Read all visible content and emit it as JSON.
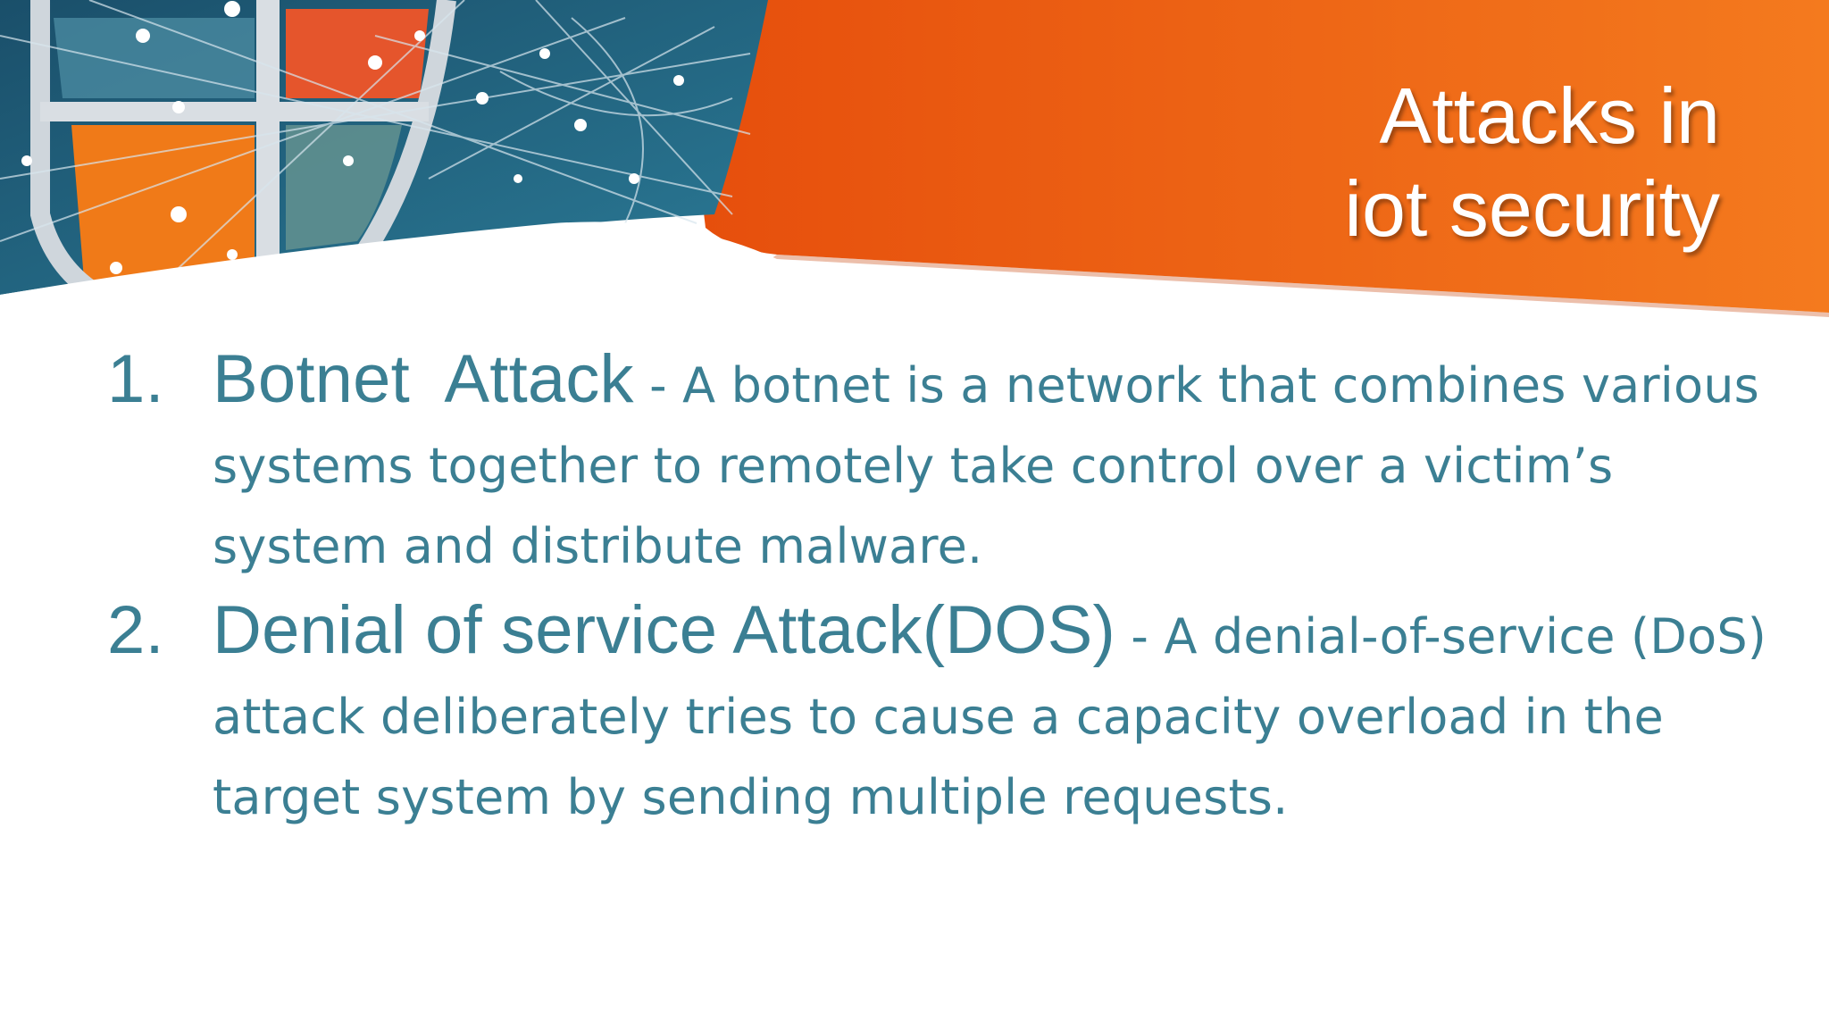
{
  "slide": {
    "title_lines": [
      "Attacks in",
      "iot security"
    ],
    "items": [
      {
        "number": "1.",
        "term": "Botnet  Attack",
        "description": " - A botnet is a network that combines various systems together to remotely take control over a victim’s system and distribute malware."
      },
      {
        "number": "2.",
        "term": "Denial of service Attack(DOS)",
        "description": " - A denial-of-service (DoS) attack deliberately tries to cause a capacity overload in the target system by sending multiple requests."
      }
    ]
  },
  "colors": {
    "text": "#3b7f93",
    "banner_orange": "#ec5a12",
    "banner_blue": "#1f5f7a",
    "title": "#ffffff"
  },
  "images": {
    "header": "network-shield-illustration"
  }
}
